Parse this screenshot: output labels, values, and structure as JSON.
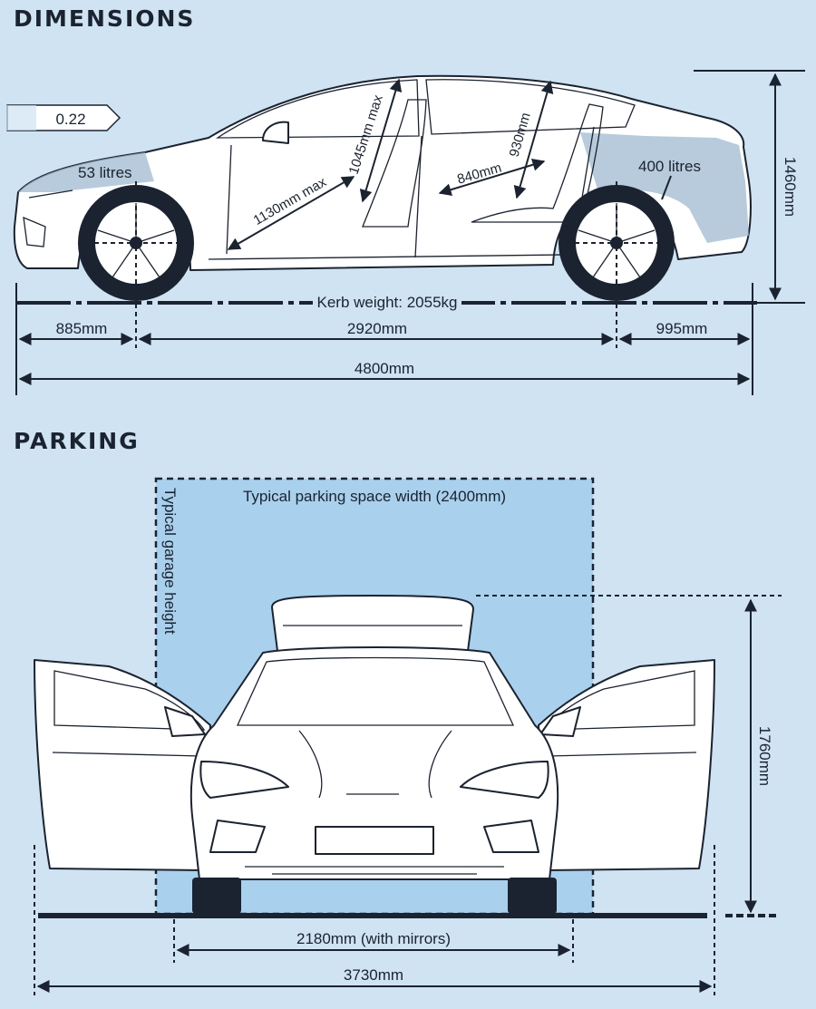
{
  "sections": {
    "dimensions_title": "DIMENSIONS",
    "parking_title": "PARKING"
  },
  "dimensions": {
    "drag_coefficient": "0.22",
    "front_boot": "53 litres",
    "rear_boot": "400 litres",
    "front_legroom": "1130mm max",
    "front_headroom": "1045mm max",
    "rear_legroom": "840mm",
    "rear_headroom": "930mm",
    "height": "1460mm",
    "kerb_weight": "Kerb weight: 2055kg",
    "front_overhang": "885mm",
    "wheelbase": "2920mm",
    "rear_overhang": "995mm",
    "length": "4800mm"
  },
  "parking": {
    "space_width": "Typical parking space width (2400mm)",
    "garage_height": "Typical garage height",
    "height_boot_open": "1760mm",
    "width_with_mirrors": "2180mm (with mirrors)",
    "width_doors_open": "3730mm"
  },
  "colors": {
    "background": "#cfe3f2",
    "parking_space": "#a9d0ec",
    "ink": "#1b2330",
    "shading": "#9fb9d0"
  }
}
